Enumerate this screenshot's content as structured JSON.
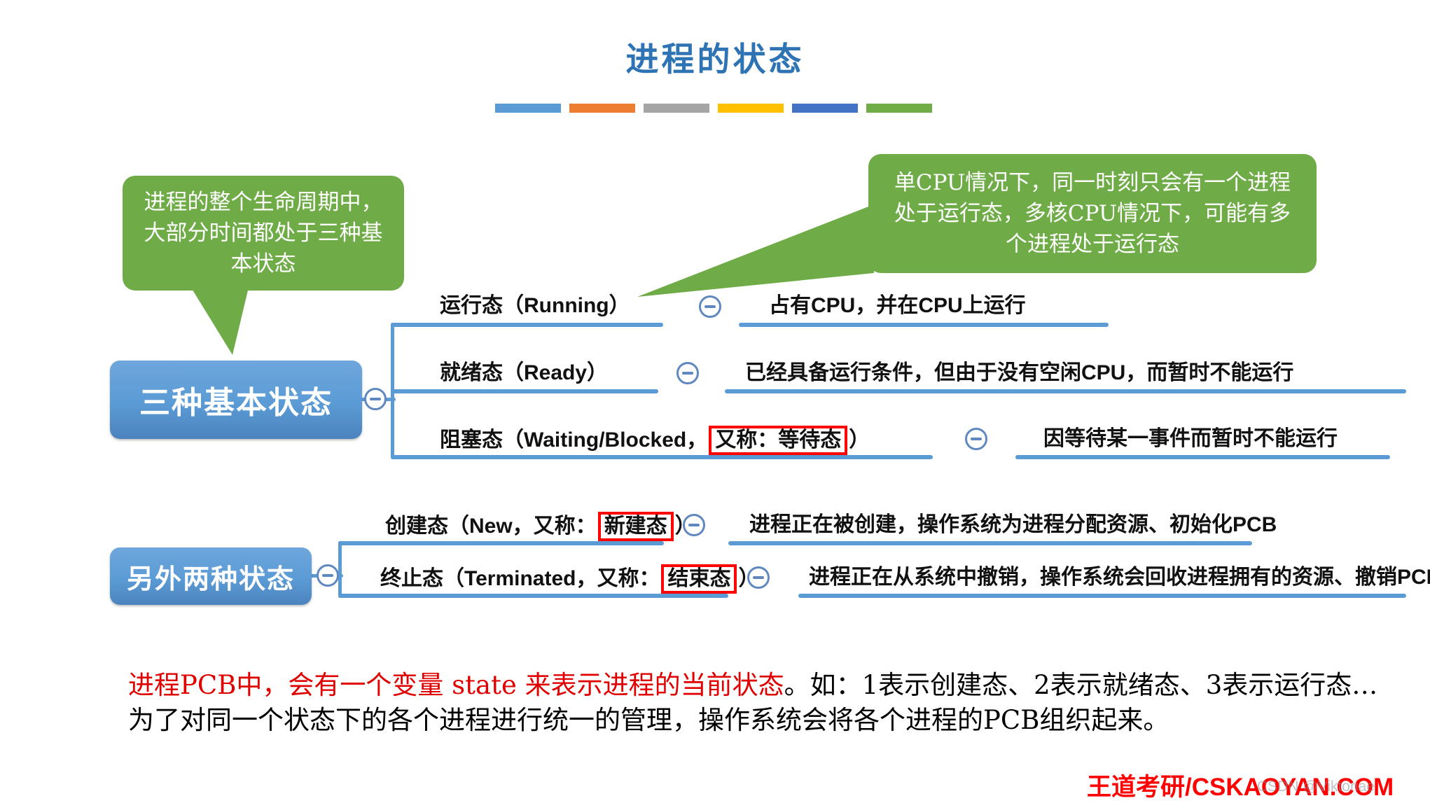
{
  "title": "进程的状态",
  "divider": {
    "colors": [
      "#5B9BD5",
      "#ED7D31",
      "#A5A5A5",
      "#FFC000",
      "#4472C4",
      "#70AD47"
    ]
  },
  "callouts": {
    "left": "进程的整个生命周期中，大部分时间都处于三种基本状态",
    "right": "单CPU情况下，同一时刻只会有一个进程处于运行态，多核CPU情况下，可能有多个进程处于运行态"
  },
  "mindmap": {
    "node1": {
      "label": "三种基本状态",
      "branches": [
        {
          "topic": "运行态（Running）",
          "desc": "占有CPU，并在CPU上运行"
        },
        {
          "topic": "就绪态（Ready）",
          "desc": "已经具备运行条件，但由于没有空闲CPU，而暂时不能运行"
        },
        {
          "topic_pre": "阻塞态（Waiting/Blocked，",
          "topic_highlight": "又称：等待态",
          "topic_post": "）",
          "desc": "因等待某一事件而暂时不能运行"
        }
      ]
    },
    "node2": {
      "label": "另外两种状态",
      "branches": [
        {
          "topic_pre": "创建态（New，又称：",
          "topic_highlight": "新建态",
          "topic_post": "）",
          "desc": "进程正在被创建，操作系统为进程分配资源、初始化PCB"
        },
        {
          "topic_pre": "终止态（Terminated，又称：",
          "topic_highlight": "结束态",
          "topic_post": "）",
          "desc": "进程正在从系统中撤销，操作系统会回收进程拥有的资源、撤销PCB"
        }
      ]
    }
  },
  "note": {
    "line1_red": "进程PCB中，会有一个变量 state 来表示进程的当前状态",
    "line1_black": "。如：1表示创建态、2表示就绪态、3表示运行态…",
    "line2": "为了对同一个状态下的各个进程进行统一的管理，操作系统会将各个进程的PCB组织起来。"
  },
  "footer": {
    "brand": "王道考研/CSKAOYAN.COM",
    "watermark": "CSDN @Viktoriae"
  },
  "icons": {
    "collapse": "minus-circle"
  },
  "colors": {
    "title_blue": "#2E74B5",
    "branch_line_blue": "#5B9BD5",
    "node_blue": "#5B9BD5",
    "callout_green": "#6FAC47",
    "highlight_box_red": "#FF0000",
    "note_red": "#E00000",
    "brand_red": "#FF0000"
  }
}
